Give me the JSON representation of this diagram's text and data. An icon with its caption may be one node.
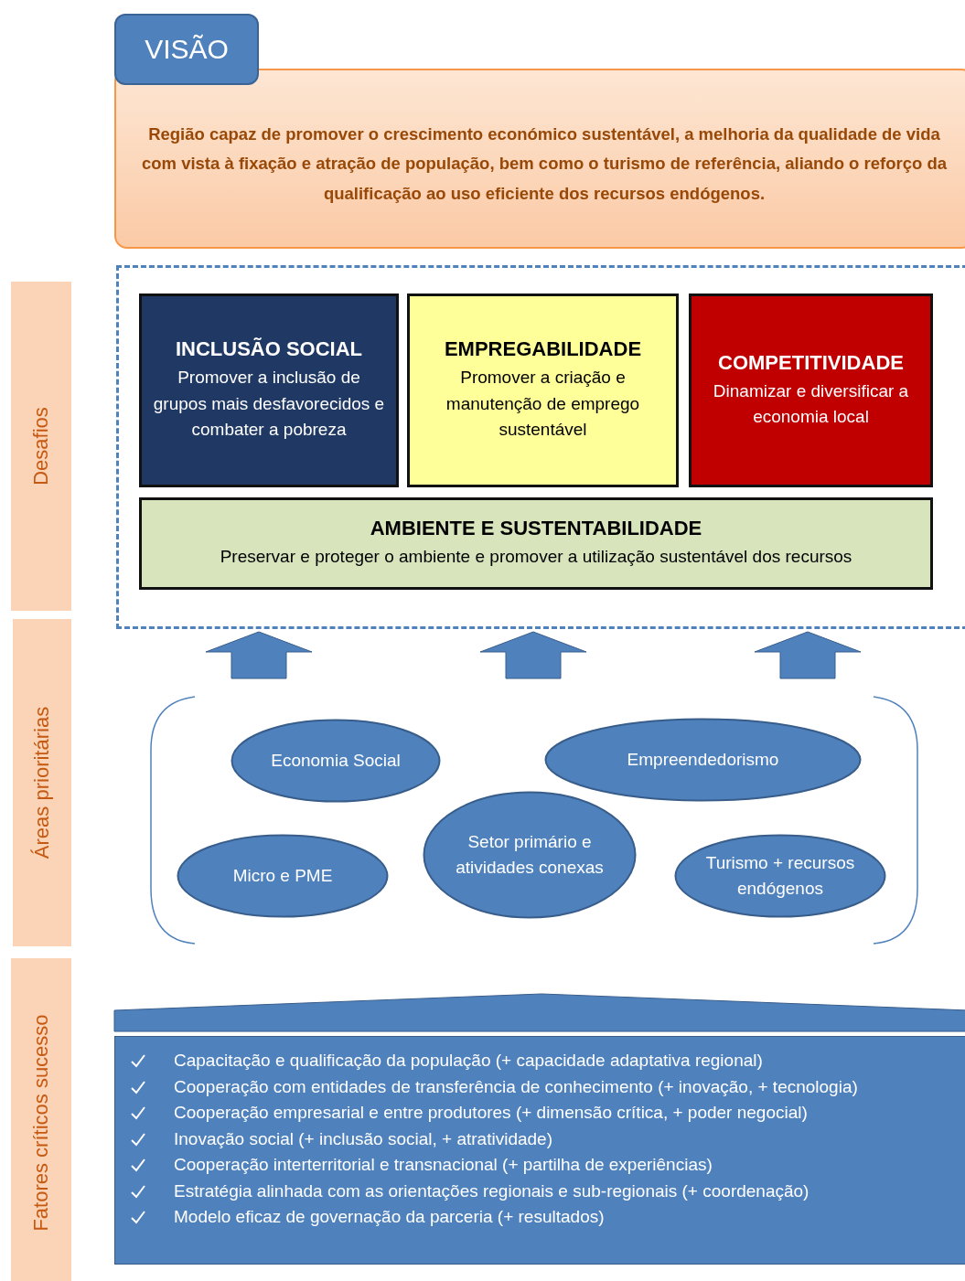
{
  "diagram": {
    "nodes": [
      {
        "text": [
          "VISÃO"
        ]
      },
      {
        "text": [
          "Região capaz de promover o crescimento económico sustentável, a melhoria da qualidade de vida com vista à fixação e atração de população, bem como o turismo de referência, aliando o reforço da qualificação ao uso eficiente dos recursos endógenos."
        ]
      },
      {
        "text": [
          "Desafios"
        ]
      },
      {
        "text": [],
        "shape": "box"
      },
      {
        "text": [
          "INCLUSÃO SOCIAL",
          "Promover a inclusão de grupos mais desfavorecidos e combater a pobreza"
        ],
        "in": 3
      },
      {
        "text": [
          "EMPREGABILIDADE",
          "Promover a criação e manutenção de emprego sustentável"
        ],
        "in": 3
      },
      {
        "text": [
          "COMPETITIVIDADE",
          "Dinamizar e diversificar a economia local"
        ],
        "in": 3
      },
      {
        "text": [
          "AMBIENTE E SUSTENTABILIDADE",
          "Preservar e proteger o ambiente e promover a utilização sustentável dos recursos"
        ],
        "in": 3
      },
      {
        "text": [
          "Áreas prioritárias"
        ]
      },
      {
        "text": [],
        "shape": "bracket"
      },
      {
        "text": [
          "Economia Social"
        ],
        "in": 9
      },
      {
        "text": [
          "Empreendedorismo"
        ],
        "in": 9
      },
      {
        "text": [
          "Micro e PME"
        ],
        "in": 9
      },
      {
        "text": [
          "Setor primário e atividades conexas"
        ],
        "in": 9
      },
      {
        "text": [
          "Turismo + recursos endógenos"
        ],
        "in": 9
      },
      {
        "text": [
          "Fatores críticos sucesso"
        ]
      },
      {
        "text": [],
        "shape": "banner"
      },
      {
        "text": [
          "Capacitação e qualificação da população (+ capacidade adaptativa regional)",
          "Cooperação com entidades de transferência de conhecimento (+ inovação, + tecnologia)",
          "Cooperação empresarial e entre produtores (+ dimensão crítica, + poder negocial)",
          "Inovação social (+ inclusão social, + atratividade)",
          "Cooperação interterritorial e transnacional (+ partilha de experiências)",
          "Estratégia alinhada com as orientações regionais e sub-regionais (+ coordenação)",
          "Modelo eficaz de governação da parceria (+ resultados)"
        ]
      }
    ],
    "edges": [
      {
        "from": 9,
        "to": 3,
        "arrow": "to",
        "style": "thick"
      },
      {
        "from": 9,
        "to": 3,
        "arrow": "to",
        "style": "thick"
      },
      {
        "from": 9,
        "to": 3,
        "arrow": "to",
        "style": "thick"
      }
    ]
  }
}
